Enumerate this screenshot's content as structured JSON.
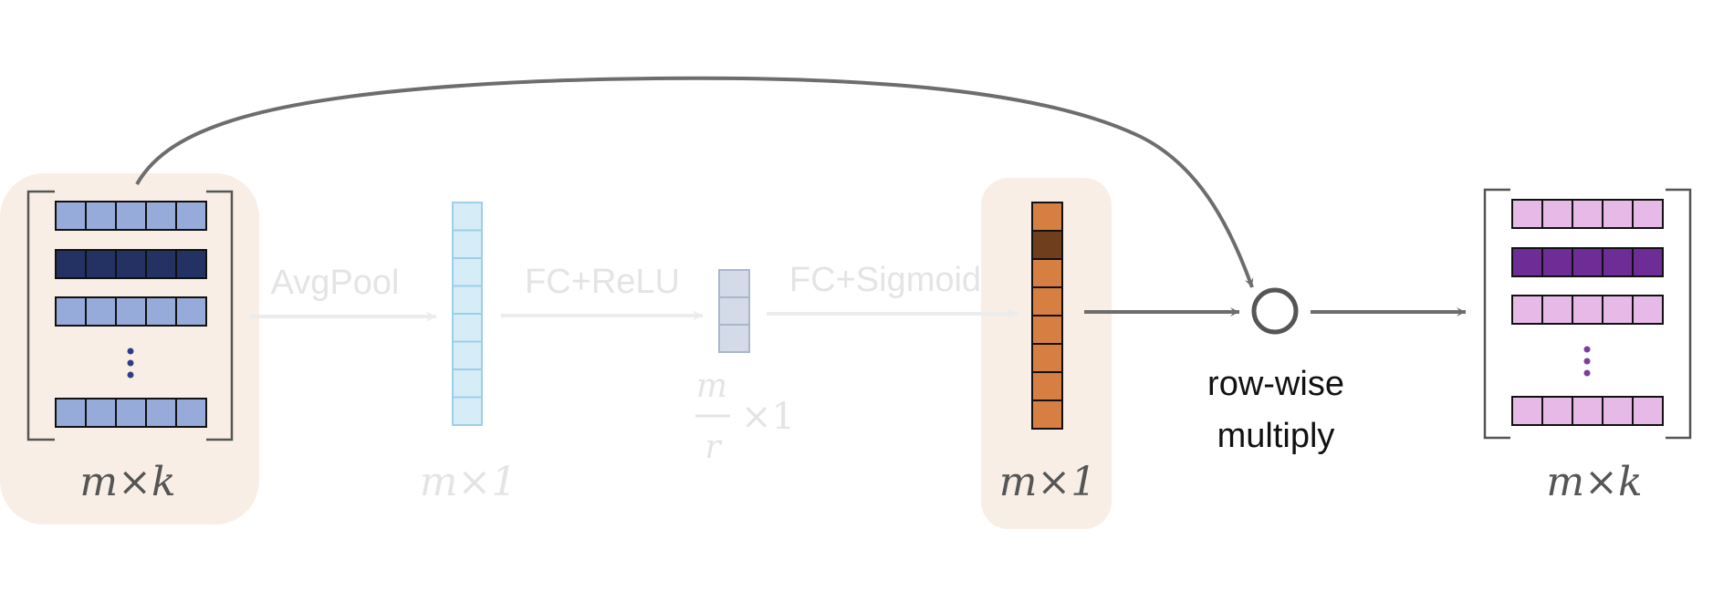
{
  "colors": {
    "highlight_bg": "#f8eee5",
    "input_light": "#97abda",
    "input_dark": "#233263",
    "input_dots": "#2c3f86",
    "pool_cell": "#d6ecf7",
    "pool_border": "#9dcfe8",
    "reduced_cell": "#d4dbe8",
    "reduced_border": "#aab6cc",
    "gate_light": "#d77f42",
    "gate_dark": "#6f3e1c",
    "output_light": "#e6b9e7",
    "output_dark": "#6e2c97",
    "output_dots": "#7a3f9e",
    "faded_text": "#e4e4e4",
    "arrow_dark": "#6d6d6d",
    "arrow_light": "#ececec",
    "bracket": "#555555"
  },
  "input": {
    "label": "m×k"
  },
  "steps": {
    "avgpool": "AvgPool",
    "fc_relu": "FC+ReLU",
    "fc_sigmoid": "FC+Sigmoid"
  },
  "pooled": {
    "label": "m×1"
  },
  "reduced": {
    "numerator": "m",
    "denominator": "r",
    "suffix": "×1"
  },
  "gate": {
    "label": "m×1"
  },
  "operation": {
    "line1": "row-wise",
    "line2": "multiply"
  },
  "output": {
    "label": "m×k"
  }
}
